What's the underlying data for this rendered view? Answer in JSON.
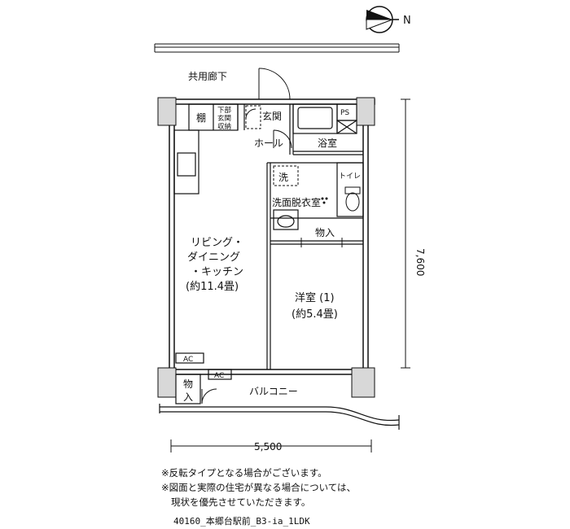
{
  "compass": {
    "label": "N"
  },
  "corridor": "共用廊下",
  "rooms": {
    "tana": "棚",
    "storage_l1": "下部",
    "storage_l2": "玄関",
    "storage_l3": "収納",
    "genkan": "玄関",
    "ps": "PS",
    "hall": "ホール",
    "bath": "浴室",
    "wash": "洗",
    "toilet": "トイレ",
    "washroom": "洗面脱衣室",
    "closet_mid": "物入",
    "ldk_l1": "リビング・",
    "ldk_l2": "ダイニング",
    "ldk_l3": "・キッチン",
    "ldk_l4": "(約11.4畳)",
    "yoshitsu_l1": "洋室 (1)",
    "yoshitsu_l2": "(約5.4畳)",
    "ac_1": "AC",
    "ac_2": "AC",
    "closet_balcony_l1": "物",
    "closet_balcony_l2": "入",
    "balcony": "バルコニー"
  },
  "dimensions": {
    "depth": "7,600",
    "width": "5,500"
  },
  "notes": [
    "※反転タイプとなる場合がございます。",
    "※図面と実際の住宅が異なる場合については、",
    "現状を優先させていただきます。"
  ],
  "caption": "40160_本郷台駅前_B3-ia_1LDK"
}
